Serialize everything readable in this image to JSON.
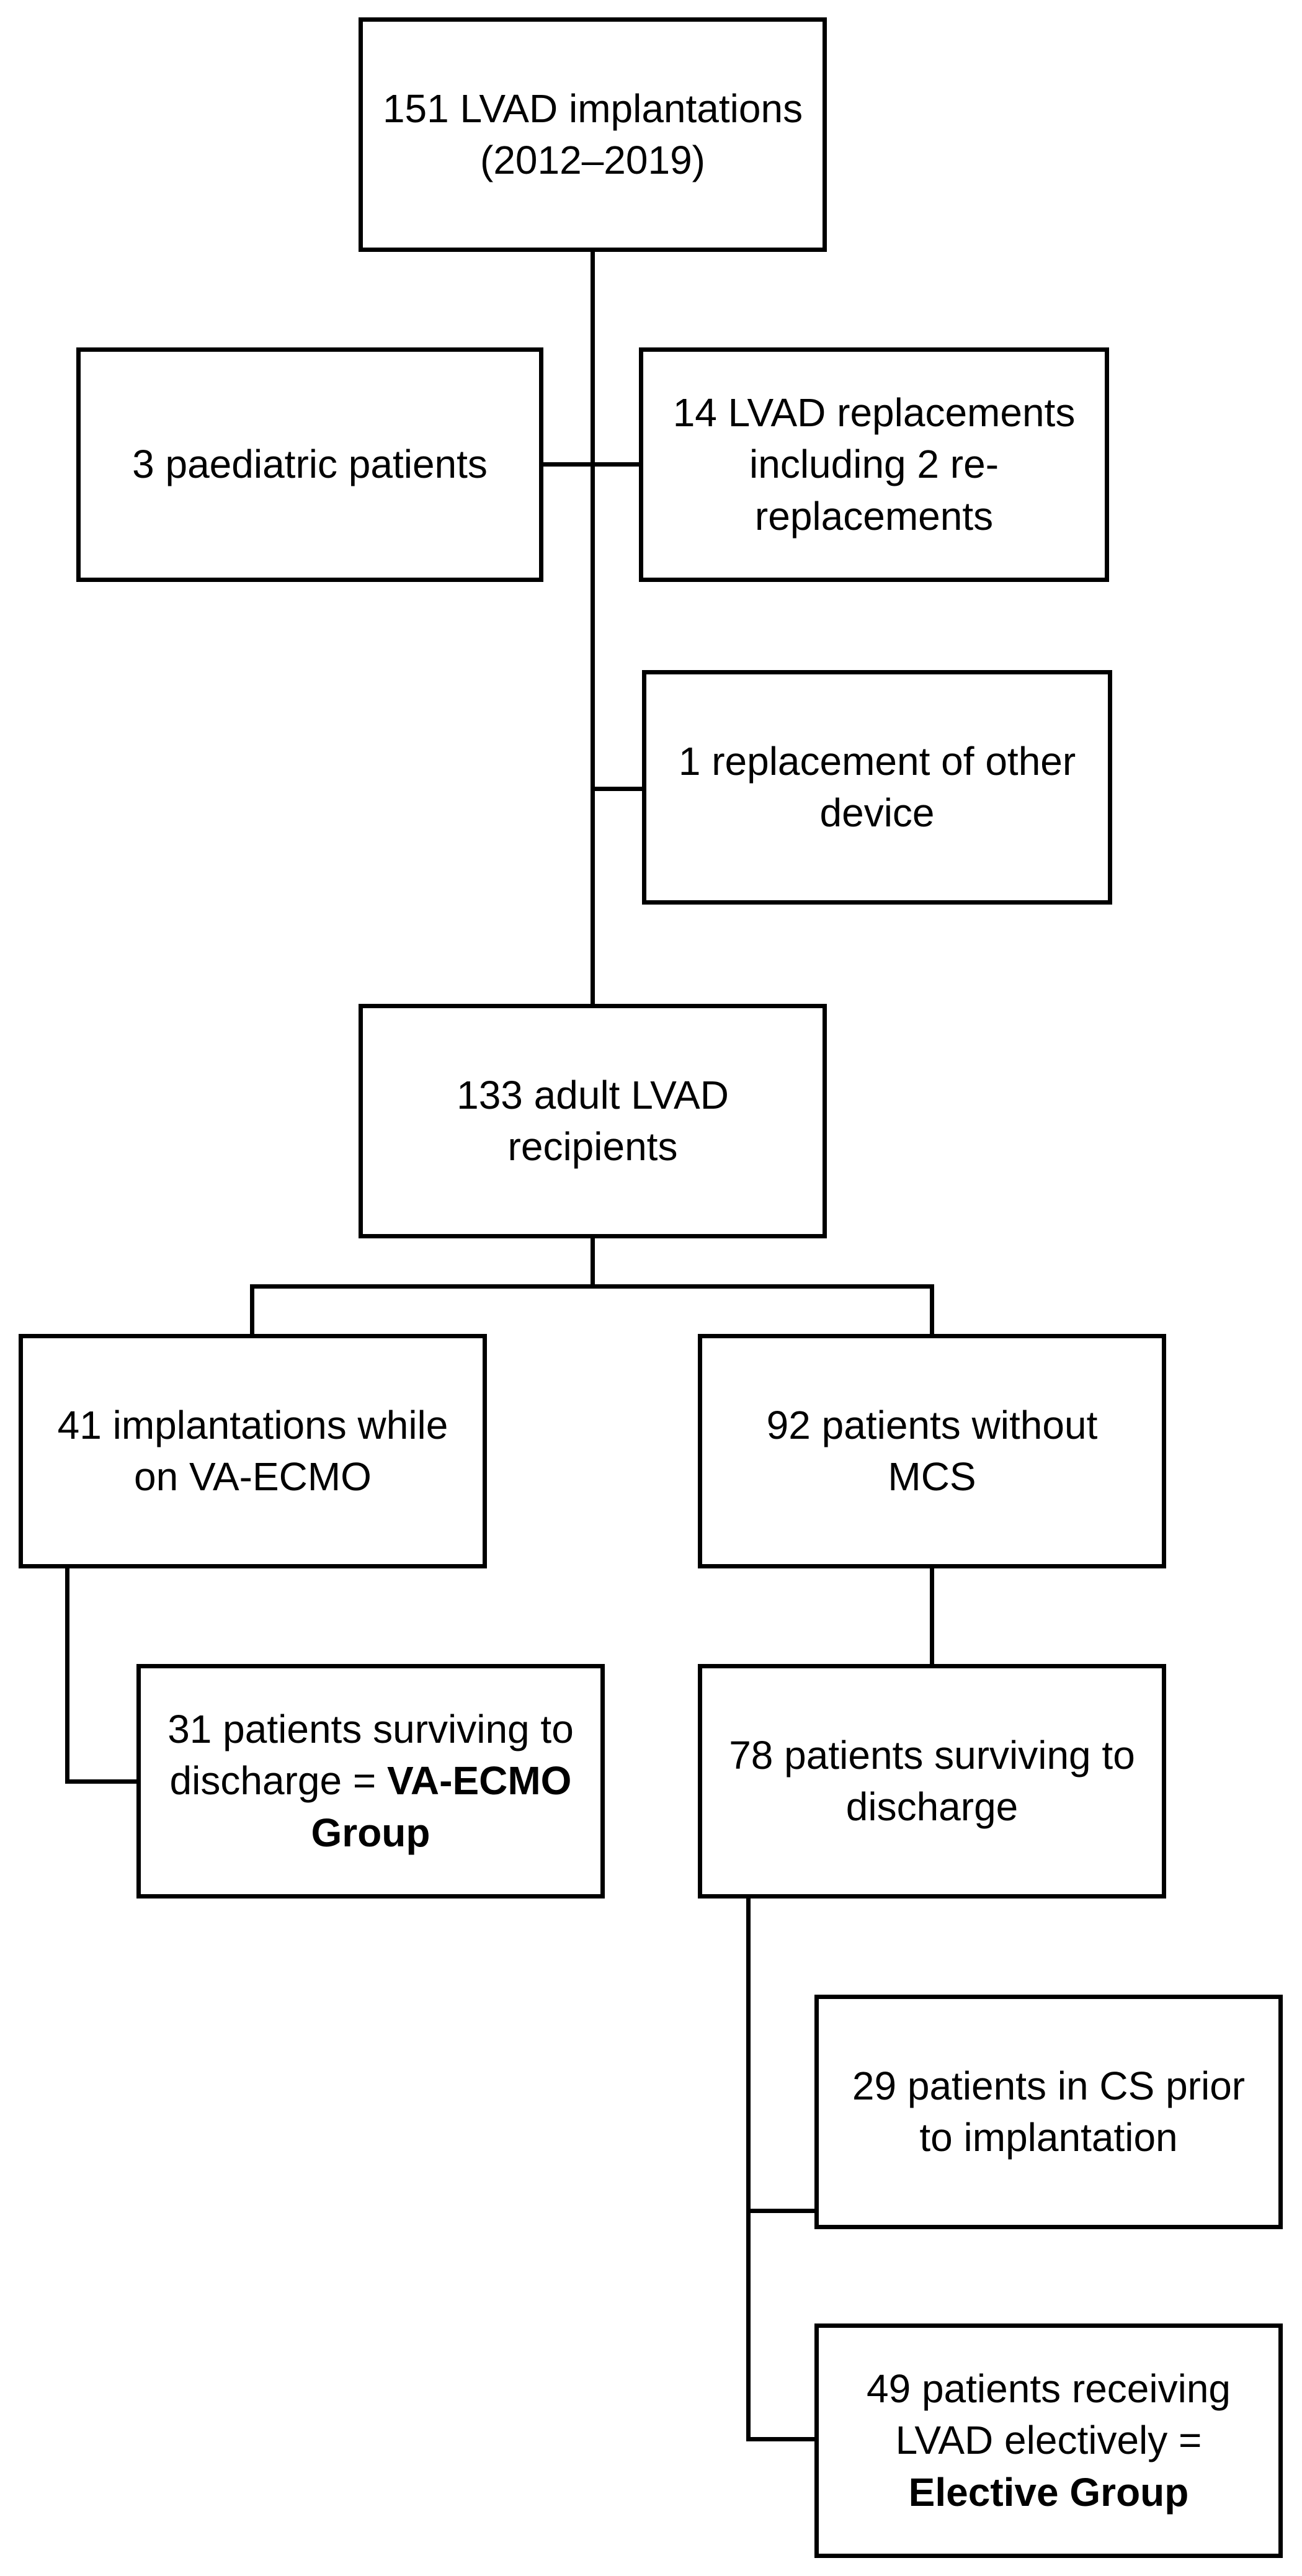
{
  "nodes": {
    "total": {
      "text": "151 LVAD implantations (2012–2019)"
    },
    "paediatric": {
      "text": "3 paediatric patients"
    },
    "replacements": {
      "text": "14 LVAD replacements including 2 re-replacements"
    },
    "other_device": {
      "text": "1 replacement of other device"
    },
    "adults": {
      "text": "133 adult LVAD recipients"
    },
    "vaecmo_implant": {
      "text": "41 implantations while on VA-ECMO"
    },
    "no_mcs": {
      "text": "92 patients without MCS"
    },
    "vaecmo_surv": {
      "text": "31 patients surviving to discharge = ",
      "bold": "VA-ECMO Group"
    },
    "surv_78": {
      "text": "78 patients surviving to discharge"
    },
    "cs_29": {
      "text": "29 patients in CS prior to implantation"
    },
    "elective": {
      "text": "49 patients receiving LVAD electively = ",
      "bold": "Elective Group"
    }
  },
  "colors": {
    "line": "#000000",
    "box_border": "#000000",
    "background": "#ffffff",
    "text": "#000000"
  }
}
